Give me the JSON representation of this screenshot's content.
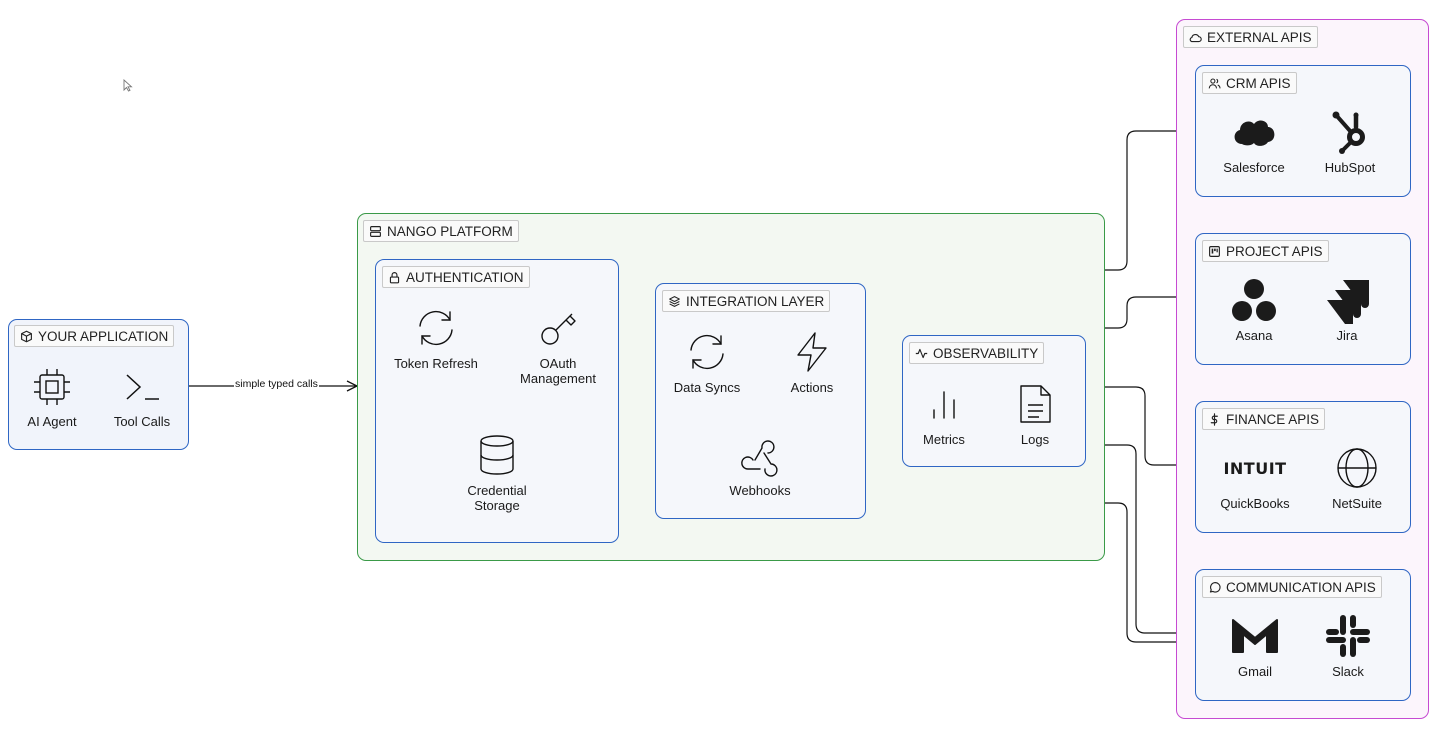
{
  "groups": {
    "app": "YOUR APPLICATION",
    "nango": "NANGO PLATFORM",
    "auth": "AUTHENTICATION",
    "integration": "INTEGRATION LAYER",
    "observability": "OBSERVABILITY",
    "external": "EXTERNAL APIS",
    "crm": "CRM APIS",
    "project": "PROJECT APIS",
    "finance": "FINANCE APIS",
    "communication": "COMMUNICATION APIS"
  },
  "nodes": {
    "ai_agent": "AI Agent",
    "tool_calls": "Tool Calls",
    "token_refresh": "Token Refresh",
    "oauth": "OAuth\nManagement",
    "credential_storage": "Credential\nStorage",
    "data_syncs": "Data Syncs",
    "actions": "Actions",
    "webhooks": "Webhooks",
    "metrics": "Metrics",
    "logs": "Logs",
    "salesforce": "Salesforce",
    "hubspot": "HubSpot",
    "asana": "Asana",
    "jira": "Jira",
    "quickbooks": "QuickBooks",
    "intuit_logo": "INTUIT",
    "netsuite": "NetSuite",
    "gmail": "Gmail",
    "slack": "Slack"
  },
  "edges": {
    "simple_typed_calls": "simple typed calls"
  },
  "icons": {
    "app": "cube-icon",
    "nango": "server-icon",
    "auth": "lock-icon",
    "integration": "layers-icon",
    "observability": "activity-icon",
    "external": "cloud-icon",
    "crm": "users-icon",
    "project": "kanban-icon",
    "finance": "dollar-icon",
    "communication": "message-circle-icon"
  },
  "colors": {
    "app_border": "#2f66c4",
    "nango_border": "#3a9a48",
    "external_border": "#c64ad2"
  }
}
